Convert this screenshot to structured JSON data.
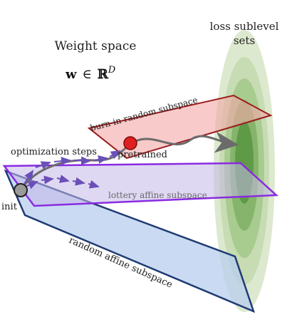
{
  "diagram": {
    "title": "Weight space",
    "formula": {
      "bold_var": "w",
      "relation": "∈",
      "set": "ℝ",
      "superscript": "D"
    },
    "loss_label_line1": "loss sublevel",
    "loss_label_line2": "sets",
    "labels": {
      "burn_in": "burn-in random subspace",
      "optimization": "optimization steps",
      "pretrained": "pretrained",
      "init": "init",
      "lottery": "lottery affine subspace",
      "random_affine": "random affine subspace"
    },
    "colors": {
      "burn_in_fill": "#f4a6a6",
      "burn_in_stroke": "#9b1c1c",
      "lottery_fill": "#c4b8e8",
      "lottery_stroke": "#8a2be2",
      "random_fill": "#b8cdef",
      "random_stroke": "#1f3b73",
      "loss_outer": "#d7e6c8",
      "loss_inner": "#4f8f3a",
      "trajectory": "#6b6b6b",
      "arrows": "#6a4fb8",
      "pretrained_dot": "#e02020",
      "init_dot": "#9a9a9a"
    }
  }
}
